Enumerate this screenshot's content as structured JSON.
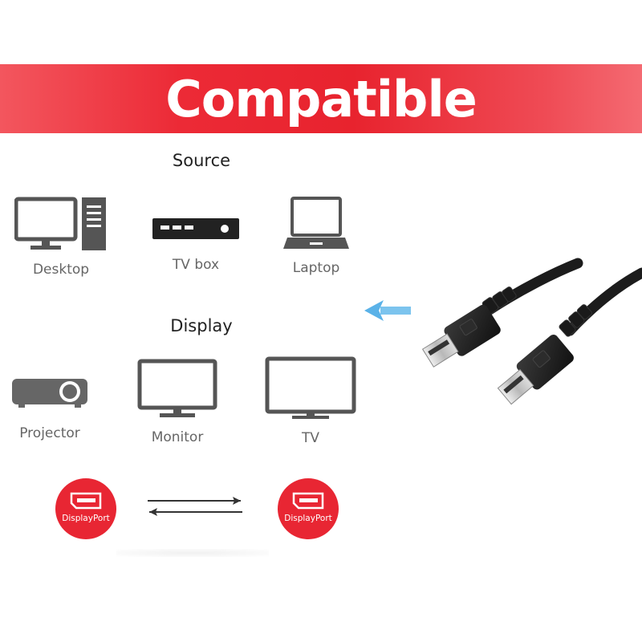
{
  "banner": {
    "title": "Compatible"
  },
  "source": {
    "heading": "Source",
    "devices": [
      {
        "label": "Desktop",
        "icon": "desktop-icon"
      },
      {
        "label": "TV box",
        "icon": "tv-box-icon"
      },
      {
        "label": "Laptop",
        "icon": "laptop-icon"
      }
    ]
  },
  "display": {
    "heading": "Display",
    "devices": [
      {
        "label": "Projector",
        "icon": "projector-icon"
      },
      {
        "label": "Monitor",
        "icon": "monitor-icon"
      },
      {
        "label": "TV",
        "icon": "tv-icon"
      }
    ]
  },
  "connection": {
    "left_badge": "DisplayPort",
    "right_badge": "DisplayPort",
    "arrows_icon": "bidirectional-arrows-icon"
  },
  "product": {
    "image": "displayport-cable-image",
    "arrow_icon": "arrow-left-icon"
  },
  "colors": {
    "banner_red": "#e8232e",
    "badge_red": "#e82633",
    "icon_gray": "#555555",
    "arrow_blue": "#7cc4ee",
    "cable_black": "#1c1c1c"
  }
}
